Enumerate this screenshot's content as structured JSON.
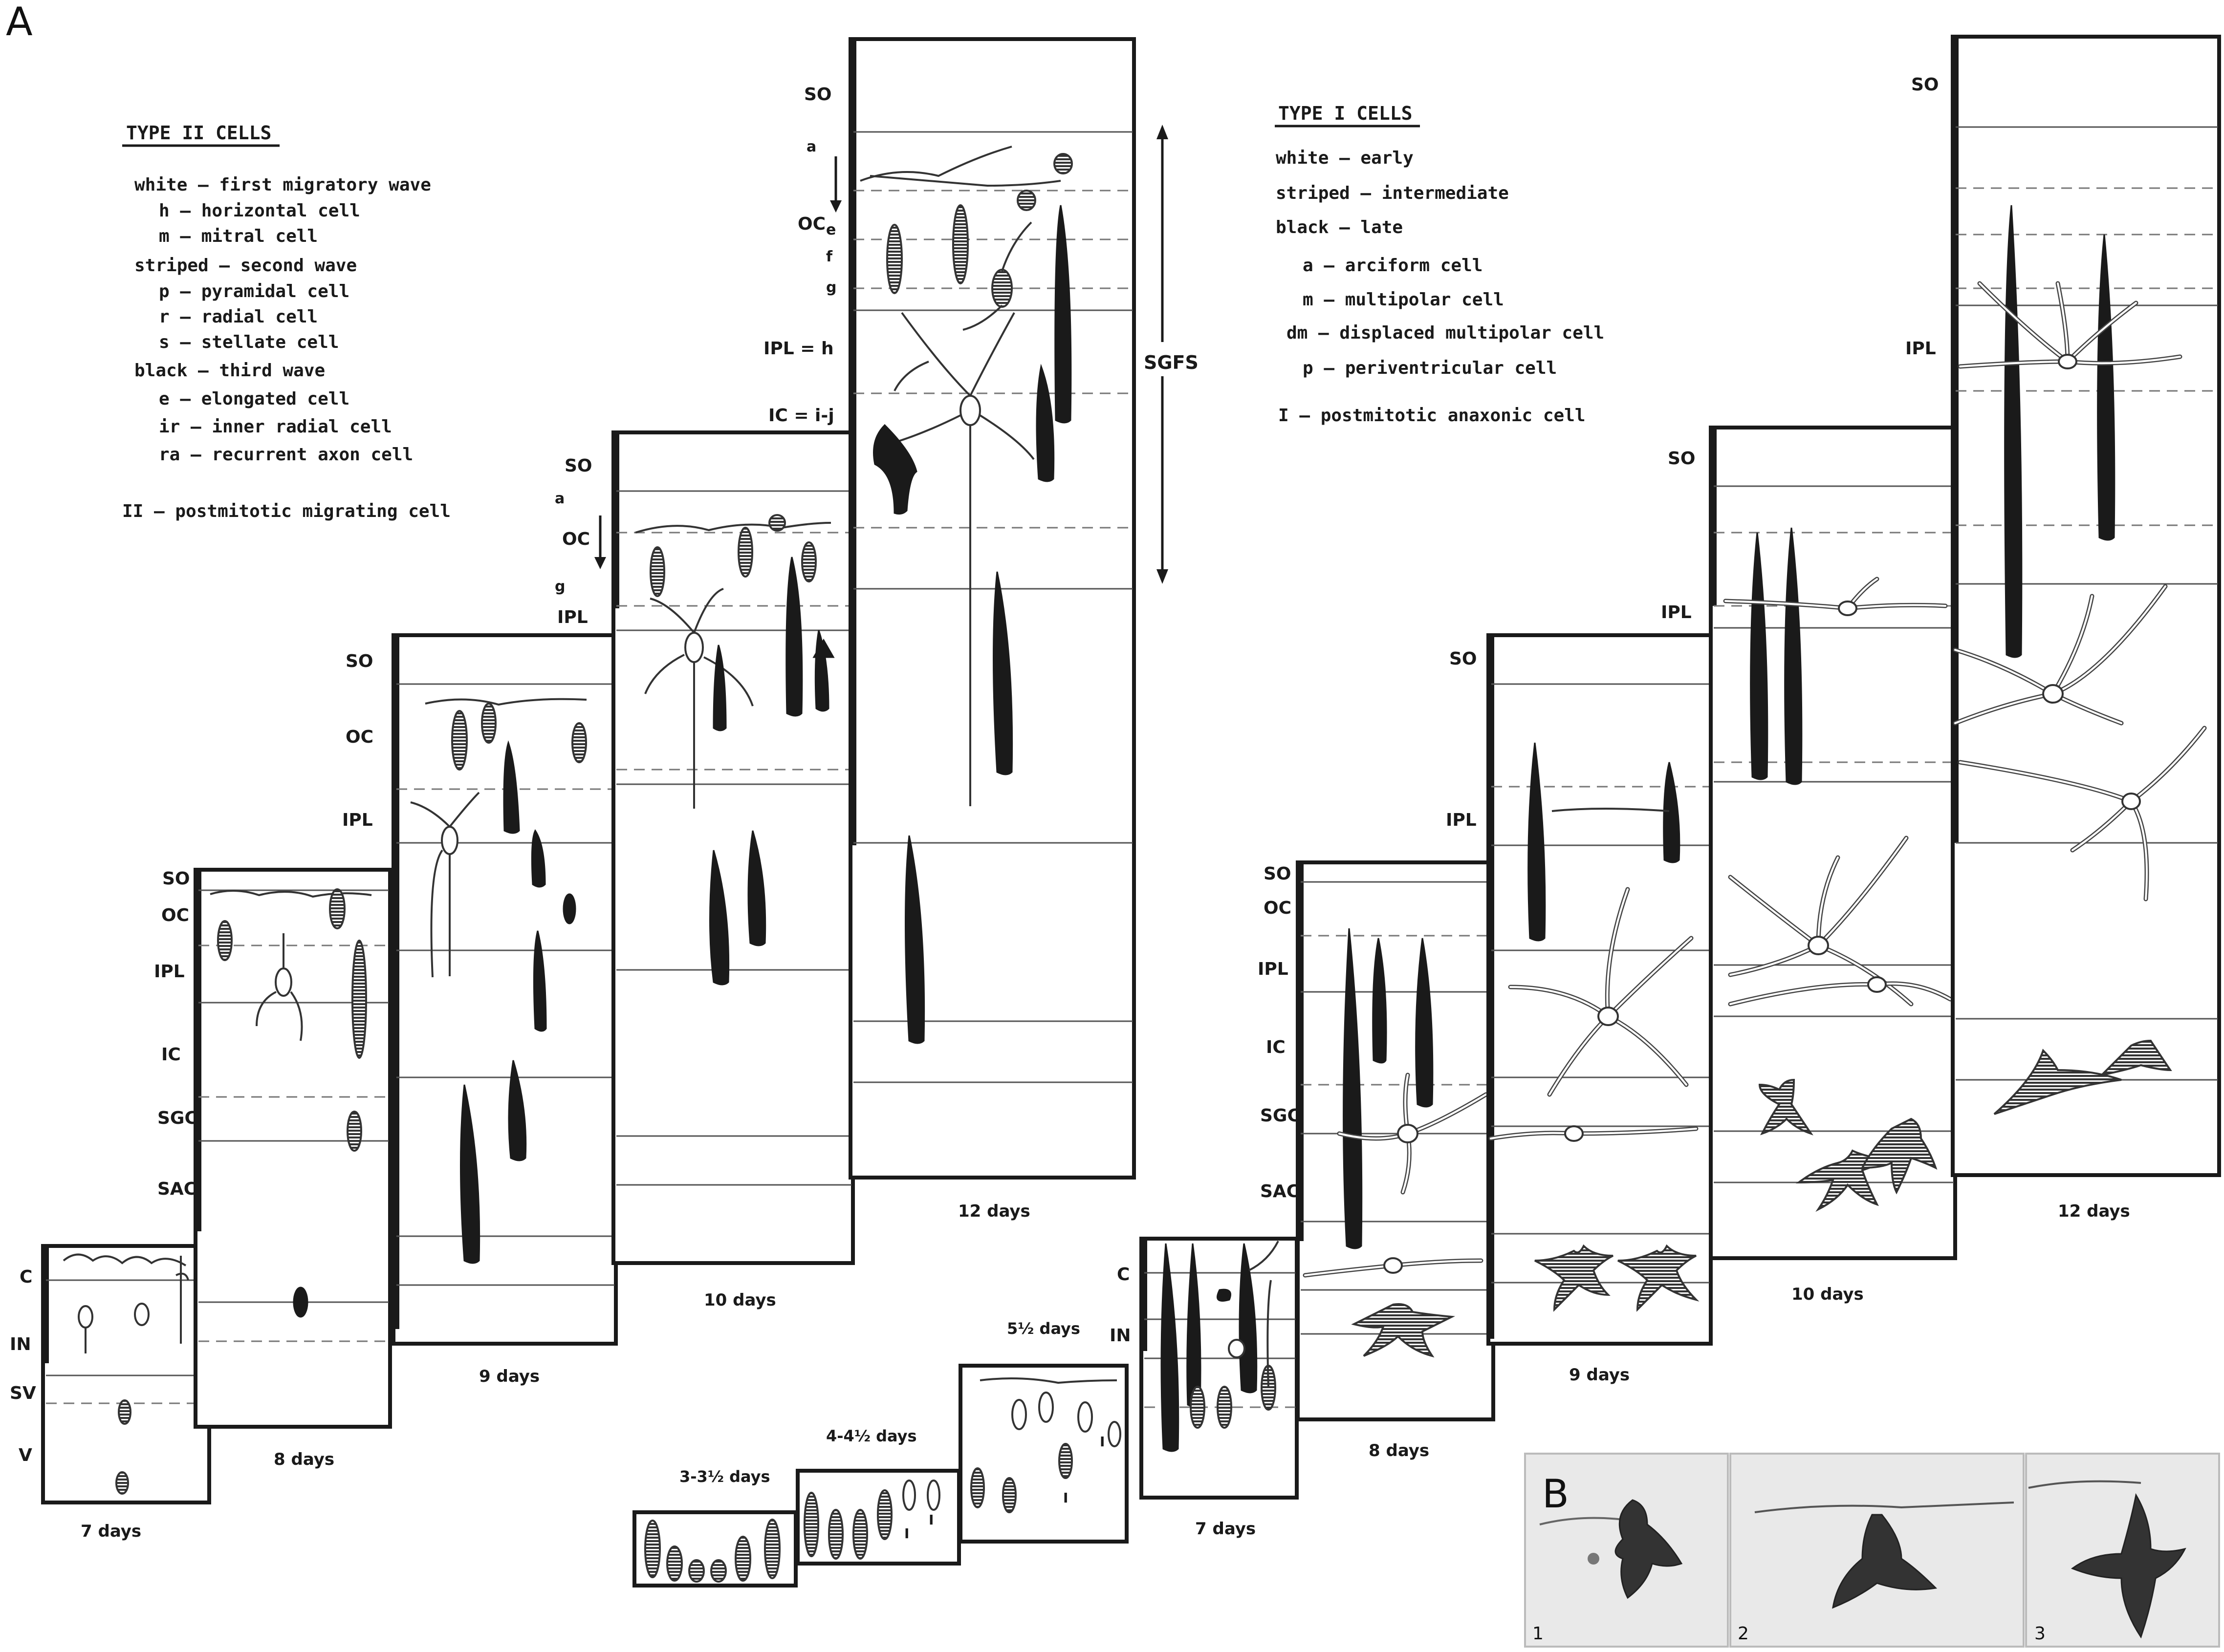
{
  "panel_labels": {
    "A": "A",
    "B": "B"
  },
  "type2_legend": {
    "title": "TYPE II CELLS",
    "lines": [
      "white — first migratory wave",
      "h — horizontal cell",
      "m — mitral cell",
      "striped — second wave",
      "p — pyramidal cell",
      "r — radial cell",
      "s — stellate cell",
      "black — third wave",
      "e — elongated cell",
      "ir — inner radial cell",
      "ra — recurrent axon cell"
    ],
    "footnote": "II — postmitotic migrating cell"
  },
  "type1_legend": {
    "title": "TYPE I CELLS",
    "lines": [
      "white — early",
      "striped — intermediate",
      "black — late",
      "a — arciform cell",
      "m — multipolar cell",
      "dm — displaced multipolar cell",
      "p — periventricular cell"
    ],
    "footnote": "I — postmitotic anaxonic cell"
  },
  "type2_days": [
    "7 days",
    "8 days",
    "9 days",
    "10 days",
    "12 days"
  ],
  "type1_days": [
    "7 days",
    "8 days",
    "9 days",
    "10 days",
    "12 days"
  ],
  "early_days": [
    "3-3½ days",
    "4-4½ days",
    "5½ days"
  ],
  "layers": {
    "t2_7d": [
      "C",
      "IN",
      "SV",
      "V"
    ],
    "t2_8d": [
      "SO",
      "OC",
      "IPL",
      "IC",
      "SGC",
      "SAC"
    ],
    "t2_9d": [
      "SO",
      "OC",
      "IPL"
    ],
    "t2_10d": [
      "SO",
      "OC",
      "IPL"
    ],
    "t2_12d": [
      "SO",
      "OC",
      "IPL = h",
      "IC = i-j"
    ],
    "t1_7d": [
      "C",
      "IN"
    ],
    "t1_8d": [
      "SO",
      "OC",
      "IPL",
      "IC",
      "SGC",
      "SAC"
    ],
    "t1_9d": [
      "SO",
      "IPL"
    ],
    "t1_10d": [
      "SO",
      "IPL"
    ],
    "t1_12d": [
      "SO",
      "IPL"
    ]
  },
  "sublayer_letters": {
    "t2_10d": [
      "a",
      "g"
    ],
    "t2_12d": [
      "a",
      "e",
      "f",
      "g"
    ]
  },
  "sgfs_label": "SGFS",
  "photo_numbers": [
    "1",
    "2",
    "3"
  ]
}
